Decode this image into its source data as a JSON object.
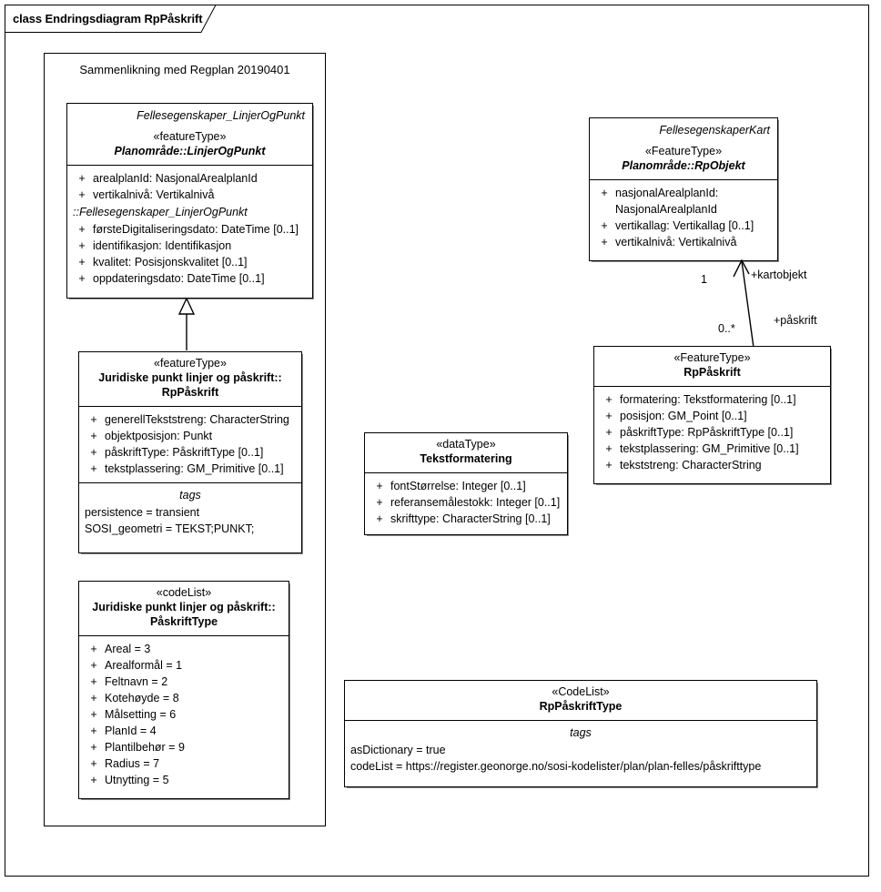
{
  "frame": {
    "title": "class Endringsdiagram RpPåskrift"
  },
  "package": {
    "title": "Sammenlikning med Regplan 20190401"
  },
  "classes": {
    "linjerOgPunkt": {
      "qualified_name": "Fellesegenskaper_LinjerOgPunkt",
      "stereotype": "«featureType»",
      "name": "Planområde::LinjerOgPunkt",
      "attributes": [
        {
          "visibility": "+",
          "text": "arealplanId: NasjonalArealplanId"
        },
        {
          "visibility": "+",
          "text": "vertikalnivå: Vertikalnivå"
        }
      ],
      "inherited_group_label": "::Fellesegenskaper_LinjerOgPunkt",
      "inherited_attributes": [
        {
          "visibility": "+",
          "text": "førsteDigitaliseringsdato: DateTime [0..1]"
        },
        {
          "visibility": "+",
          "text": "identifikasjon: Identifikasjon"
        },
        {
          "visibility": "+",
          "text": "kvalitet: Posisjonskvalitet [0..1]"
        },
        {
          "visibility": "+",
          "text": "oppdateringsdato: DateTime [0..1]"
        }
      ]
    },
    "rpPaaskriftLeft": {
      "stereotype": "«featureType»",
      "name_line1": "Juridiske punkt linjer og påskrift::",
      "name_line2": "RpPåskrift",
      "attributes": [
        {
          "visibility": "+",
          "text": "generellTekststreng: CharacterString"
        },
        {
          "visibility": "+",
          "text": "objektposisjon: Punkt"
        },
        {
          "visibility": "+",
          "text": "påskriftType: PåskriftType [0..1]"
        },
        {
          "visibility": "+",
          "text": "tekstplassering: GM_Primitive [0..1]"
        }
      ],
      "tags_title": "tags",
      "tags": [
        "persistence = transient",
        "SOSI_geometri = TEKST;PUNKT;"
      ]
    },
    "paaskriftType": {
      "stereotype": "«codeList»",
      "name_line1": "Juridiske punkt linjer og påskrift::",
      "name_line2": "PåskriftType",
      "attributes": [
        {
          "visibility": "+",
          "text": "Areal = 3"
        },
        {
          "visibility": "+",
          "text": "Arealformål = 1"
        },
        {
          "visibility": "+",
          "text": "Feltnavn = 2"
        },
        {
          "visibility": "+",
          "text": "Kotehøyde = 8"
        },
        {
          "visibility": "+",
          "text": "Målsetting = 6"
        },
        {
          "visibility": "+",
          "text": "PlanId = 4"
        },
        {
          "visibility": "+",
          "text": "Plantilbehør = 9"
        },
        {
          "visibility": "+",
          "text": "Radius = 7"
        },
        {
          "visibility": "+",
          "text": "Utnytting = 5"
        }
      ]
    },
    "rpObjekt": {
      "qualified_name": "FellesegenskaperKart",
      "stereotype": "«FeatureType»",
      "name": "Planområde::RpObjekt",
      "attributes": [
        {
          "visibility": "+",
          "text": "nasjonalArealplanId: NasjonalArealplanId"
        },
        {
          "visibility": "+",
          "text": "vertikallag: Vertikallag [0..1]"
        },
        {
          "visibility": "+",
          "text": "vertikalnivå: Vertikalnivå"
        }
      ]
    },
    "rpPaaskriftRight": {
      "stereotype": "«FeatureType»",
      "name": "RpPåskrift",
      "attributes": [
        {
          "visibility": "+",
          "text": "formatering: Tekstformatering [0..1]"
        },
        {
          "visibility": "+",
          "text": "posisjon: GM_Point [0..1]"
        },
        {
          "visibility": "+",
          "text": "påskriftType: RpPåskriftType [0..1]"
        },
        {
          "visibility": "+",
          "text": "tekstplassering: GM_Primitive [0..1]"
        },
        {
          "visibility": "+",
          "text": "tekststreng: CharacterString"
        }
      ]
    },
    "tekstformatering": {
      "stereotype": "«dataType»",
      "name": "Tekstformatering",
      "attributes": [
        {
          "visibility": "+",
          "text": "fontStørrelse: Integer [0..1]"
        },
        {
          "visibility": "+",
          "text": "referansemålestokk: Integer [0..1]"
        },
        {
          "visibility": "+",
          "text": "skrifttype: CharacterString [0..1]"
        }
      ]
    },
    "rpPaaskriftTypeCodeList": {
      "stereotype": "«CodeList»",
      "name": "RpPåskriftType",
      "tags_title": "tags",
      "tags": [
        "asDictionary = true",
        "codeList = https://register.geonorge.no/sosi-kodelister/plan/plan-felles/påskrifttype"
      ]
    }
  },
  "connectors": {
    "generalization_left": {
      "type": "generalization"
    },
    "association_right": {
      "type": "association",
      "source_multiplicity": "0..*",
      "source_role": "+påskrift",
      "target_multiplicity": "1",
      "target_role": "+kartobjekt"
    }
  }
}
